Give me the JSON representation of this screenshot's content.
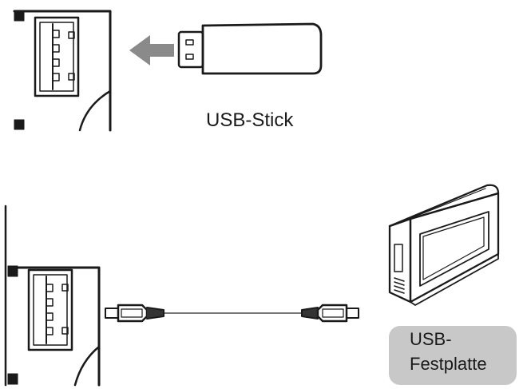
{
  "labels": {
    "usb_stick": "USB-Stick",
    "usb_hdd_line1": "USB-",
    "usb_hdd_line2": "Festplatte"
  },
  "colors": {
    "stroke": "#1a1a1a",
    "arrow": "#8a8a8a",
    "label_box": "#c8c8c8",
    "cable_grey": "#777777"
  },
  "icons": {
    "usb_port_top": "usb-port-icon",
    "usb_stick": "usb-stick-icon",
    "insert_arrow": "arrow-left-icon",
    "usb_port_bottom": "usb-port-icon",
    "usb_cable": "usb-cable-icon",
    "external_hdd": "external-hard-drive-icon"
  }
}
